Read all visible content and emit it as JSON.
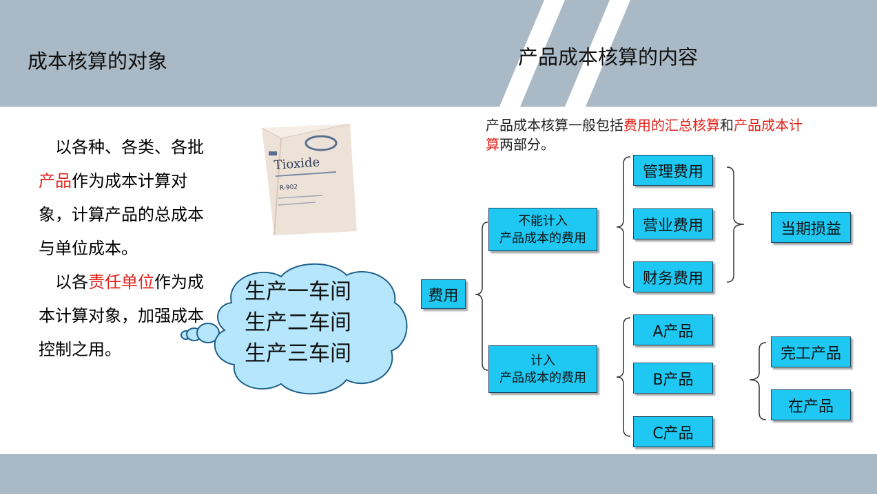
{
  "header": {
    "left_title": "成本核算的对象",
    "right_title": "产品成本核算的内容"
  },
  "left": {
    "para1": {
      "part1": "以各种、各类、各批",
      "highlight": "产品",
      "part2": "作为成本计算对象，计算产品的总成本与单位成本。"
    },
    "para2": {
      "part1": "以各",
      "highlight": "责任单位",
      "part2": "作为成本计算对象，加强成本控制之用。"
    }
  },
  "product_bag": {
    "brand": "Tioxide",
    "model": "R-902"
  },
  "cloud": {
    "lines": [
      "生产一车间",
      "生产二车间",
      "生产三车间"
    ]
  },
  "intro": {
    "part1": "产品成本核算一般包括",
    "red1": "费用的汇总核算",
    "and": "和",
    "red2": "产品成本计算",
    "part2": "两部分。"
  },
  "diagram": {
    "root": "费用",
    "branch_top": {
      "line1": "不能计入",
      "line2": "产品成本的费用"
    },
    "branch_bottom": {
      "line1": "计入",
      "line2": "产品成本的费用"
    },
    "expenses": [
      "管理费用",
      "营业费用",
      "财务费用"
    ],
    "expense_result": "当期损益",
    "products": [
      "A产品",
      "B产品",
      "C产品"
    ],
    "product_results": [
      "完工产品",
      "在产品"
    ]
  },
  "colors": {
    "band": "#a9b9c5",
    "box": "#1ec8f2",
    "highlight": "#e2231a",
    "cloud": "#b5e6fb"
  }
}
